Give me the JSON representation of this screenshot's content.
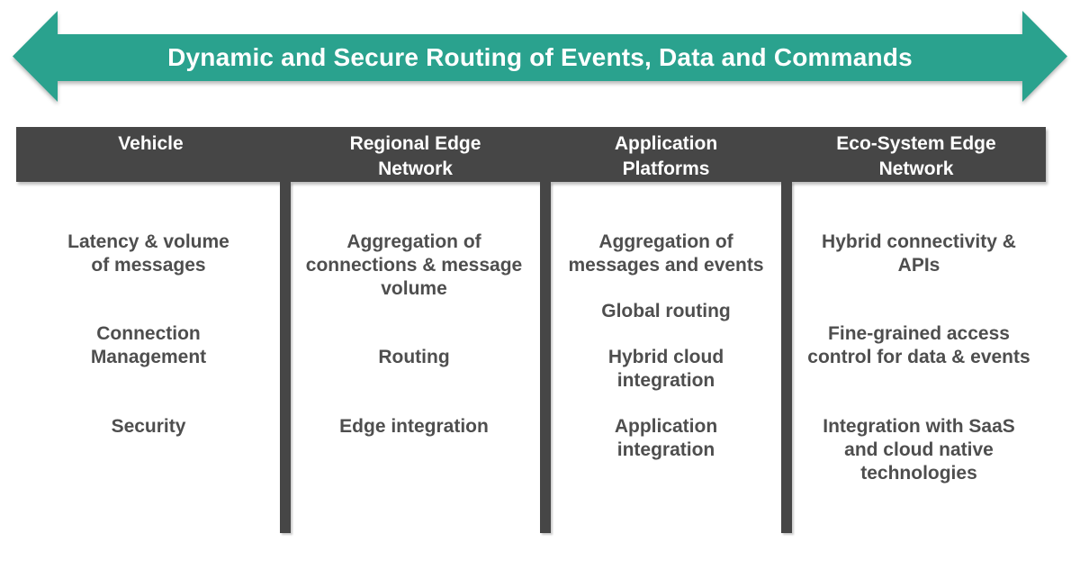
{
  "banner": {
    "title": "Dynamic and Secure Routing of Events, Data and Commands"
  },
  "colors": {
    "arrow_teal": "#2AA28E",
    "header_dark": "#464646",
    "body_text": "#4E4E4E"
  },
  "columns": [
    {
      "header": "Vehicle",
      "items": [
        "Latency & volume\nof messages",
        "Connection\nManagement",
        "Security"
      ]
    },
    {
      "header": "Regional Edge\nNetwork",
      "items": [
        "Aggregation of\nconnections & message\nvolume",
        "Routing",
        "Edge integration"
      ]
    },
    {
      "header": "Application\nPlatforms",
      "items": [
        "Aggregation of\nmessages and events",
        "Global routing",
        "Hybrid cloud\nintegration",
        "Application\nintegration"
      ]
    },
    {
      "header": "Eco-System Edge\nNetwork",
      "items": [
        "Hybrid connectivity &\nAPIs",
        "Fine-grained access\ncontrol for data & events",
        "Integration with SaaS\nand cloud native\ntechnologies"
      ]
    }
  ]
}
